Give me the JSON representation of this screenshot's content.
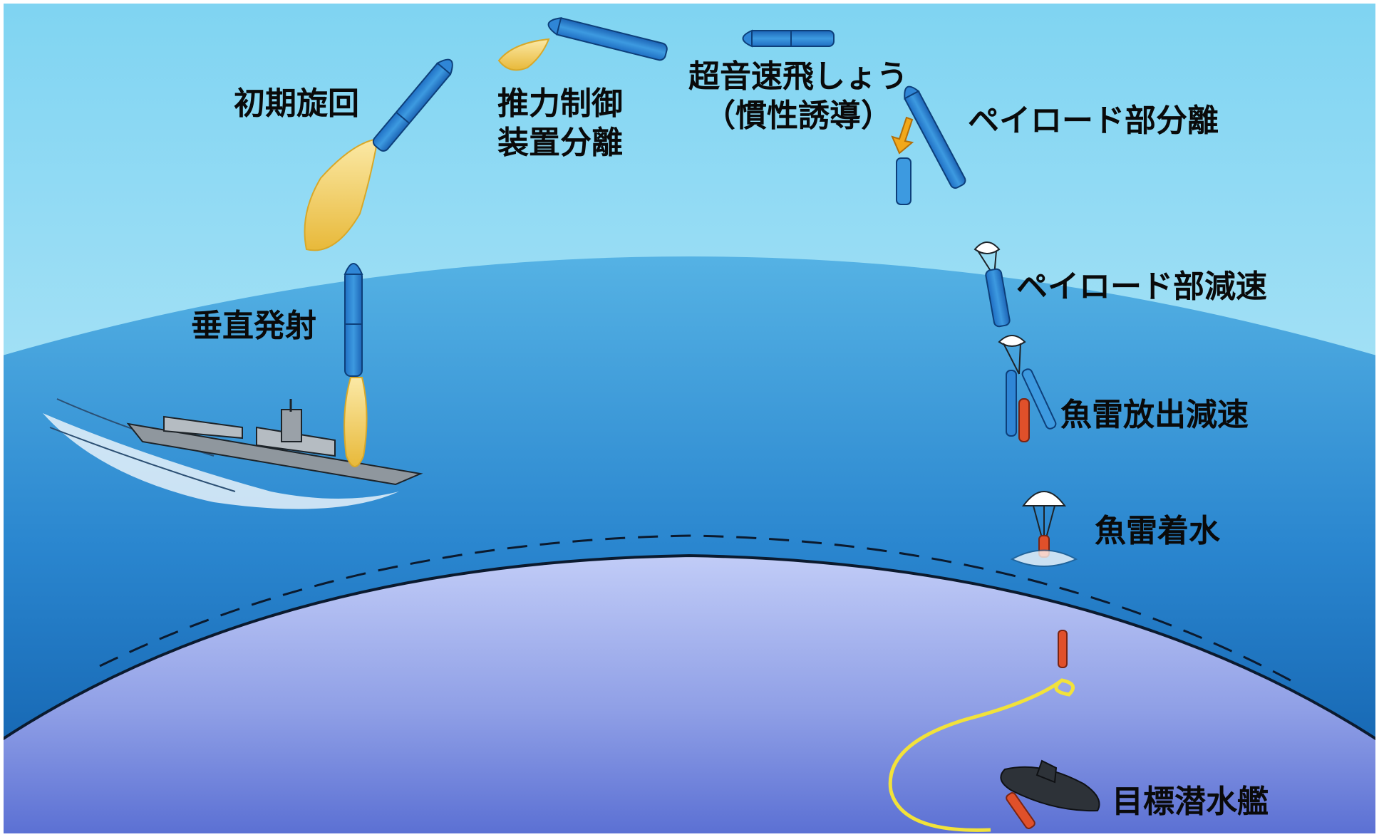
{
  "labels": {
    "initial_turn": "初期旋回",
    "thrust_control_line1": "推力制御",
    "thrust_control_line2": "装置分離",
    "supersonic_line1": "超音速飛しょう",
    "supersonic_line2": "（慣性誘導）",
    "payload_separation": "ペイロード部分離",
    "payload_deceleration": "ペイロード部減速",
    "vertical_launch": "垂直発射",
    "torpedo_release": "魚雷放出減速",
    "torpedo_splashdown": "魚雷着水",
    "target_submarine": "目標潜水艦"
  },
  "colors": {
    "sky_top": "#7fd4f2",
    "sky_horizon": "#d9f3fb",
    "sea_surface": "#3d9bd6",
    "sea_deep": "#0f5ba8",
    "underwater_top": "#b8c4f5",
    "underwater_bottom": "#5a6fd3",
    "missile_body": "#2f86d6",
    "missile_light": "#5fb2e6",
    "exhaust": "#f3d36a",
    "torpedo": "#e0502a",
    "torpedo_path": "#f2e23a",
    "arrow": "#f2a81a"
  },
  "icons": [
    "ship-icon",
    "missile-icon",
    "parachute-icon",
    "torpedo-icon",
    "submarine-icon",
    "arrow-down-icon"
  ]
}
